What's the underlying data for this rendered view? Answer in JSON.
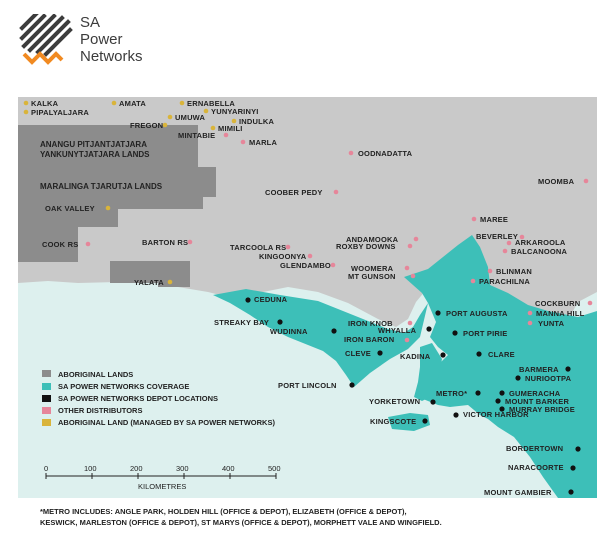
{
  "brand": {
    "line1": "SA",
    "line2": "Power",
    "line3": "Networks"
  },
  "colors": {
    "aboriginal": "#8c8c8c",
    "other_land": "#c9c9c9",
    "coverage": "#3dbfb8",
    "depot": "#111111",
    "other_distributor": "#e6869a",
    "aboriginal_managed": "#d9b43a",
    "sea": "#ddf0ee"
  },
  "regions": {
    "apy_line1": "ANANGU PITJANTJATJARA",
    "apy_line2": "YANKUNYTJATJARA LANDS",
    "mt": "MARALINGA TJARUTJA LANDS"
  },
  "places": {
    "aboriginal_managed": [
      "KALKA",
      "PIPALYALJARA",
      "AMATA",
      "ERNABELLA",
      "YUNYARINYI",
      "UMUWA",
      "FREGON",
      "INDULKA",
      "MIMILI",
      "OAK VALLEY",
      "YALATA"
    ],
    "other_distributors": [
      "MINTABIE",
      "MARLA",
      "OODNADATTA",
      "COOBER PEDY",
      "MOOMBA",
      "MAREE",
      "ANDAMOOKA",
      "ROXBY DOWNS",
      "BEVERLEY",
      "ARKAROOLA",
      "BALCANOONA",
      "COOK RS",
      "BARTON RS",
      "TARCOOLA RS",
      "KINGOONYA",
      "GLENDAMBO",
      "WOOMERA",
      "MT GUNSON",
      "BLINMAN",
      "PARACHILNA",
      "COCKBURN",
      "MANNA HILL",
      "YUNTA",
      "IRON KNOB",
      "IRON BARON"
    ],
    "depots": [
      "CEDUNA",
      "STREAKY BAY",
      "WUDINNA",
      "PORT AUGUSTA",
      "WHYALLA",
      "PORT PIRIE",
      "CLEVE",
      "KADINA",
      "CLARE",
      "BARMERA",
      "NURIOOTPA",
      "METRO*",
      "GUMERACHA",
      "MOUNT BARKER",
      "MURRAY BRIDGE",
      "VICTOR HARBOR",
      "YORKETOWN",
      "PORT LINCOLN",
      "KINGSCOTE",
      "BORDERTOWN",
      "NARACOORTE",
      "MOUNT GAMBIER"
    ]
  },
  "legend": {
    "aboriginal": "ABORIGINAL LANDS",
    "coverage": "SA POWER NETWORKS COVERAGE",
    "depots": "SA POWER NETWORKS DEPOT LOCATIONS",
    "other": "OTHER DISTRIBUTORS",
    "managed": "ABORIGINAL LAND (MANAGED BY SA POWER NETWORKS)"
  },
  "scale": {
    "ticks": [
      "0",
      "100",
      "200",
      "300",
      "400",
      "500"
    ],
    "unit": "KILOMETRES"
  },
  "footnote": {
    "line1": "*METRO INCLUDES: ANGLE PARK, HOLDEN HILL (OFFICE & DEPOT), ELIZABETH (OFFICE & DEPOT),",
    "line2": "KESWICK, MARLESTON (OFFICE & DEPOT), ST MARYS (OFFICE & DEPOT), MORPHETT VALE AND WINGFIELD."
  }
}
